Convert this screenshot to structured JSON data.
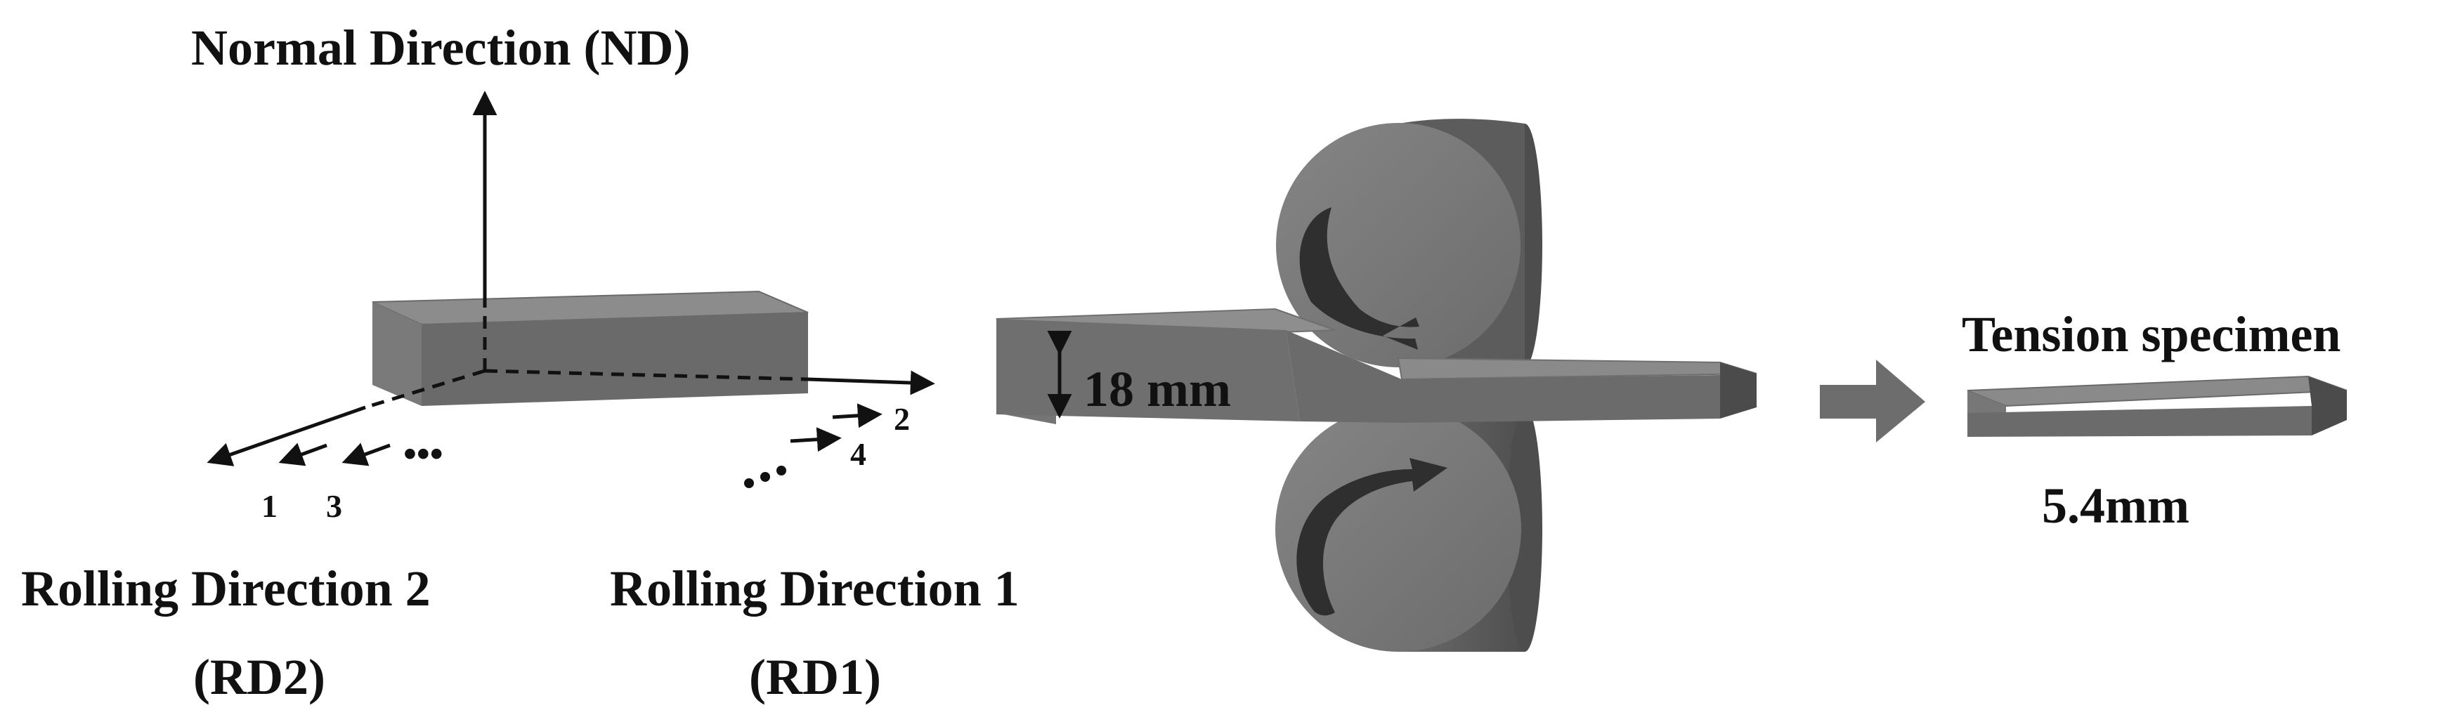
{
  "labels": {
    "normal_direction": "Normal Direction (ND)",
    "rolling_direction_2": "Rolling Direction 2",
    "rd2_abbrev": "(RD2)",
    "rolling_direction_1": "Rolling Direction 1",
    "rd1_abbrev": "(RD1)",
    "thickness_initial": "18 mm",
    "specimen_title": "Tension specimen",
    "thickness_final": "5.4mm"
  },
  "sequence_marks": {
    "rd2_steps": [
      "1",
      "3"
    ],
    "rd2_ellipsis": "•••",
    "rd1_steps": [
      "2",
      "4"
    ],
    "rd1_ellipsis": "•••"
  },
  "colors": {
    "block_top": "#8c8c8c",
    "block_front": "#6a6a6a",
    "block_side": "#4d4d4d",
    "roller_face": "#7a7a7a",
    "roller_body": "#5e5e5e",
    "arrow_process": "#6d6d6d",
    "ink": "#111111"
  }
}
